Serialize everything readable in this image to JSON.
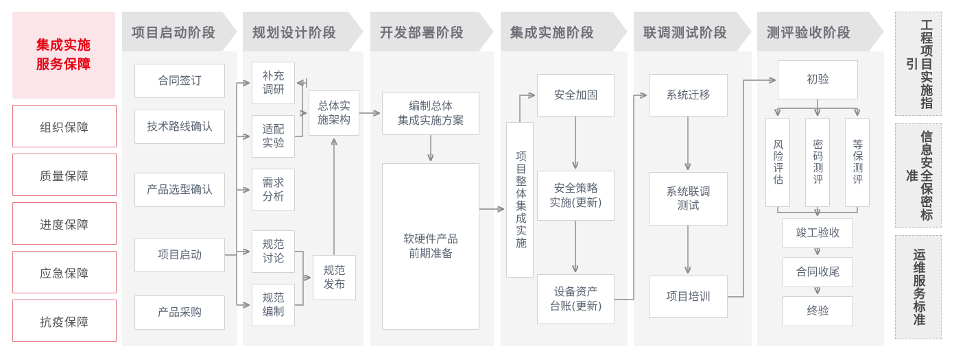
{
  "guarantee": {
    "hero": "集成实施\n服务保障",
    "hero_line1": "集成实施",
    "hero_line2": "服务保障",
    "accent_color": "#e60012",
    "hero_bg": "#fbe5e9",
    "border_color": "#e4737f",
    "items": [
      {
        "label": "组织保障"
      },
      {
        "label": "质量保障"
      },
      {
        "label": "进度保障"
      },
      {
        "label": "应急保障"
      },
      {
        "label": "抗疫保障"
      }
    ]
  },
  "phases": [
    {
      "id": "phase-project-start",
      "title": "项目启动阶段",
      "nodes": [
        {
          "id": "node-contract-signing",
          "label": "合同签订"
        },
        {
          "id": "node-tech-route-confirm",
          "label": "技术路线确认"
        },
        {
          "id": "node-product-selection",
          "label": "产品选型确认"
        },
        {
          "id": "node-project-kickoff",
          "label": "项目启动"
        },
        {
          "id": "node-product-purchase",
          "label": "产品采购"
        }
      ]
    },
    {
      "id": "phase-planning-design",
      "title": "规划设计阶段",
      "nodes": [
        {
          "id": "node-supplementary-research",
          "label": "补充\n调研",
          "l1": "补充",
          "l2": "调研"
        },
        {
          "id": "node-adaptation-test",
          "label": "适配\n实验",
          "l1": "适配",
          "l2": "实验"
        },
        {
          "id": "node-requirement-analysis",
          "label": "需求\n分析",
          "l1": "需求",
          "l2": "分析"
        },
        {
          "id": "node-spec-discussion",
          "label": "规范\n讨论",
          "l1": "规范",
          "l2": "讨论"
        },
        {
          "id": "node-spec-drafting",
          "label": "规范\n编制",
          "l1": "规范",
          "l2": "编制"
        },
        {
          "id": "node-overall-architecture",
          "label": "总体实\n施架构",
          "l1": "总体实",
          "l2": "施架构"
        },
        {
          "id": "node-spec-release",
          "label": "规范\n发布",
          "l1": "规范",
          "l2": "发布"
        }
      ]
    },
    {
      "id": "phase-dev-deploy",
      "title": "开发部署阶段",
      "nodes": [
        {
          "id": "node-integration-plan",
          "label": "编制总体\n集成实施方案",
          "l1": "编制总体",
          "l2": "集成实施方案"
        },
        {
          "id": "node-hw-sw-preparation",
          "label": "软硬件产品\n前期准备",
          "l1": "软硬件产品",
          "l2": "前期准备"
        }
      ]
    },
    {
      "id": "phase-integration",
      "title": "集成实施阶段",
      "nodes": [
        {
          "id": "node-project-overall-integration",
          "label": "项目整体集成实施"
        },
        {
          "id": "node-security-hardening",
          "label": "安全加固"
        },
        {
          "id": "node-security-policy",
          "label": "安全策略\n实施(更新)",
          "l1": "安全策略",
          "l2": "实施(更新)"
        },
        {
          "id": "node-asset-ledger",
          "label": "设备资产\n台账(更新)",
          "l1": "设备资产",
          "l2": "台账(更新)"
        }
      ]
    },
    {
      "id": "phase-joint-test",
      "title": "联调测试阶段",
      "nodes": [
        {
          "id": "node-system-migration",
          "label": "系统迁移"
        },
        {
          "id": "node-system-joint-test",
          "label": "系统联调\n测试",
          "l1": "系统联调",
          "l2": "测试"
        },
        {
          "id": "node-project-training",
          "label": "项目培训"
        }
      ]
    },
    {
      "id": "phase-evaluation-acceptance",
      "title": "测评验收阶段",
      "nodes": [
        {
          "id": "node-preliminary-acceptance",
          "label": "初验"
        },
        {
          "id": "node-risk-assessment",
          "label": "风险评估"
        },
        {
          "id": "node-crypto-evaluation",
          "label": "密码测评"
        },
        {
          "id": "node-mlps-evaluation",
          "label": "等保测评"
        },
        {
          "id": "node-completion-acceptance",
          "label": "竣工验收"
        },
        {
          "id": "node-contract-closeout",
          "label": "合同收尾"
        },
        {
          "id": "node-final-acceptance",
          "label": "终验"
        }
      ]
    }
  ],
  "standards": [
    {
      "id": "std-engineering-guide",
      "label": "工程项目实施指引"
    },
    {
      "id": "std-infosec-standard",
      "label": "信息安全保密标准"
    },
    {
      "id": "std-ops-service",
      "label": "运维服务标准"
    }
  ]
}
